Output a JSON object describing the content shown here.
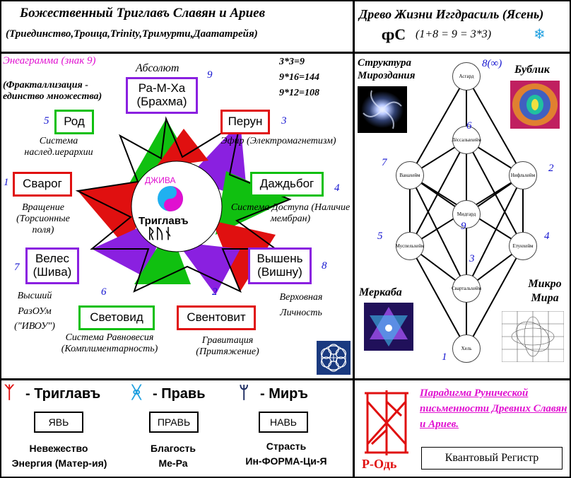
{
  "header": {
    "title": "Божественный Триглавъ Славян и Ариев",
    "subtitle": "(Триединство,Троица,Trinity,Тримурти,Даататрейя)",
    "tree_title": "Древо Жизни Иггдрасиль (Ясень)",
    "tree_formula": "(1+8 = 9 = 3*3)"
  },
  "left": {
    "enneagram_title": "Энеаграмма (знак 9)",
    "fractal": "(Фракталлизация - единство множества)",
    "math1": "3*3=9",
    "math2": "9*16=144",
    "math3": "9*12=108",
    "absolut": "Абсолют",
    "center_dzhiva": "ДЖИВА",
    "center_triglav": "Триглавъ",
    "center_rune": "ᚱᚢᚾ",
    "boxes": {
      "rama": "Ра-М-Ха (Брахма)",
      "rod": "Род",
      "perun": "Перун",
      "svarog": "Сварог",
      "dazhdbog": "Даждьбог",
      "veles": "Велес (Шива)",
      "vyshen": "Вышень (Вишну)",
      "svetovid": "Световид",
      "sventovit": "Свентовит"
    },
    "labels": {
      "sistema_nasled": "Система наслед.иерархии",
      "efir": "Эфир (Электромагнетизм)",
      "vrashenie": "Вращение (Торсионные поля)",
      "sistema_dostupa": "Система Доступа (Наличие мембран)",
      "vysshiy": "Высший РазОУм (\"ИВОУ\")",
      "verhovnaya": "Верховная Личность",
      "sistema_ravn": "Система Равновесия (Комплиментарность)",
      "gravitaciya": "Гравитация (Притяжение)"
    },
    "nums": {
      "n9": "9",
      "n5": "5",
      "n3": "3",
      "n1": "1",
      "n4": "4",
      "n7": "7",
      "n8": "8",
      "n6": "6",
      "n2": "2"
    }
  },
  "right": {
    "struktura": "Структура Мироздания",
    "bublik": "Бублик",
    "merkaba": "Меркаба",
    "mikro": "Микро Мира",
    "nodes": {
      "asgard": "Асгард",
      "lesal": "Лёссальвхейм",
      "vanaheim": "Ванахейм",
      "niflheim": "Нифльхейм",
      "midgard": "Мидгард",
      "muspel": "Муспельхейм",
      "etun": "Етунхейм",
      "svartal": "Свартальхейм",
      "hel": "Хель"
    },
    "nums": {
      "n8": "8(∞)",
      "n6": "6",
      "n7": "7",
      "n2": "2",
      "n9": "9",
      "n5": "5",
      "n4": "4",
      "n3": "3",
      "n1": "1"
    }
  },
  "bottom": {
    "triglav": "- Триглавъ",
    "prav": "- Правь",
    "mir": "- Миръ",
    "yav": "ЯВЬ",
    "prav_box": "ПРАВЬ",
    "nav": "НАВЬ",
    "col1_l1": "Невежество",
    "col1_l2": "Энергия (Матер-ия)",
    "col2_l1": "Благость",
    "col2_l2": "Ме-Ра",
    "col3_l1": "Страсть",
    "col3_l2": "Ин-ФОРМА-Ци-Я",
    "paradigm": "Парадигма Рунической письменности Древних Славян и Ариев.",
    "rod_caption": "Р-Одь",
    "kvant": "Квантовый Регистр"
  },
  "colors": {
    "red": "#e01010",
    "green": "#10c010",
    "purple": "#8a20e0",
    "blue_num": "#1515d0",
    "magenta": "#e010d0"
  }
}
